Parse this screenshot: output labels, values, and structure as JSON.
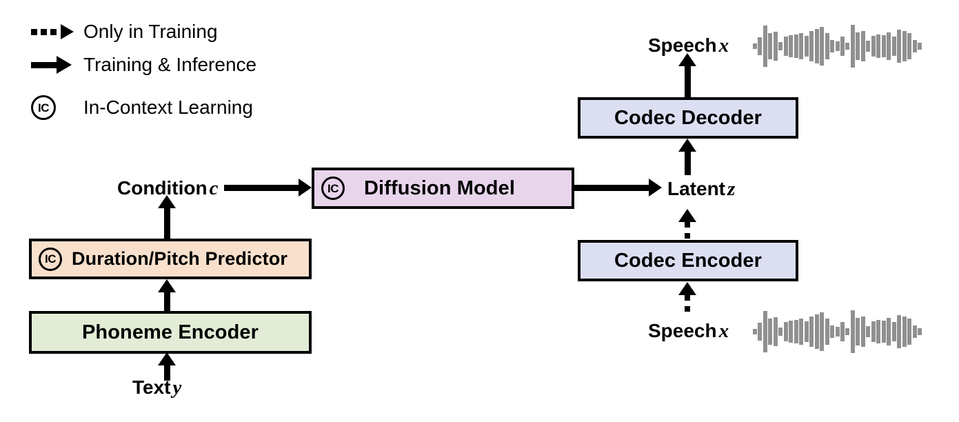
{
  "figure": {
    "title": "Speech synthesis pipeline diagram",
    "background": "#ffffff"
  },
  "legend": {
    "items": [
      {
        "glyph": "dotted-arrow-icon",
        "label": "Only in Training"
      },
      {
        "glyph": "solid-arrow-icon",
        "label": "Training & Inference"
      },
      {
        "glyph": "ic-circle-icon",
        "label": "In-Context Learning",
        "badge": "IC"
      }
    ]
  },
  "nodes": {
    "phoneme_encoder": {
      "label": "Phoneme Encoder",
      "fill": "#e2ecd6",
      "border": "#000000",
      "badge": null
    },
    "duration_pitch_predictor": {
      "label": "Duration/Pitch Predictor",
      "fill": "#f8e0cc",
      "border": "#000000",
      "badge": "IC"
    },
    "diffusion_model": {
      "label": "Diffusion Model",
      "fill": "#e8d5ec",
      "border": "#000000",
      "badge": "IC"
    },
    "codec_decoder": {
      "label": "Codec Decoder",
      "fill": "#dcdff2",
      "border": "#000000",
      "badge": null
    },
    "codec_encoder": {
      "label": "Codec Encoder",
      "fill": "#dcdff2",
      "border": "#000000",
      "badge": null
    }
  },
  "labels": {
    "text_input": {
      "text": "Text",
      "symbol": "y"
    },
    "condition": {
      "text": "Condition",
      "symbol": "c"
    },
    "latent": {
      "text": "Latent",
      "symbol": "z"
    },
    "speech_out": {
      "text": "Speech",
      "symbol": "x"
    },
    "speech_in": {
      "text": "Speech",
      "symbol": "x"
    }
  },
  "edges": [
    {
      "from": "text_input",
      "to": "phoneme_encoder",
      "style": "solid",
      "direction": "up"
    },
    {
      "from": "phoneme_encoder",
      "to": "duration_pitch_predictor",
      "style": "solid",
      "direction": "up"
    },
    {
      "from": "duration_pitch_predictor",
      "to": "condition",
      "style": "solid",
      "direction": "up"
    },
    {
      "from": "condition",
      "to": "diffusion_model",
      "style": "solid",
      "direction": "right"
    },
    {
      "from": "diffusion_model",
      "to": "latent",
      "style": "solid",
      "direction": "right"
    },
    {
      "from": "latent",
      "to": "codec_decoder",
      "style": "solid",
      "direction": "up"
    },
    {
      "from": "codec_decoder",
      "to": "speech_out",
      "style": "solid",
      "direction": "up"
    },
    {
      "from": "speech_in",
      "to": "codec_encoder",
      "style": "dotted",
      "direction": "up"
    },
    {
      "from": "codec_encoder",
      "to": "latent",
      "style": "dotted",
      "direction": "up"
    }
  ],
  "waveforms": {
    "color": "#909090",
    "bar_heights": [
      8,
      26,
      62,
      40,
      44,
      12,
      28,
      34,
      36,
      40,
      30,
      46,
      52,
      58,
      40,
      18,
      14,
      28,
      10,
      64,
      42,
      46,
      16,
      30,
      36,
      34,
      42,
      28,
      50,
      46,
      40,
      18,
      10
    ]
  }
}
